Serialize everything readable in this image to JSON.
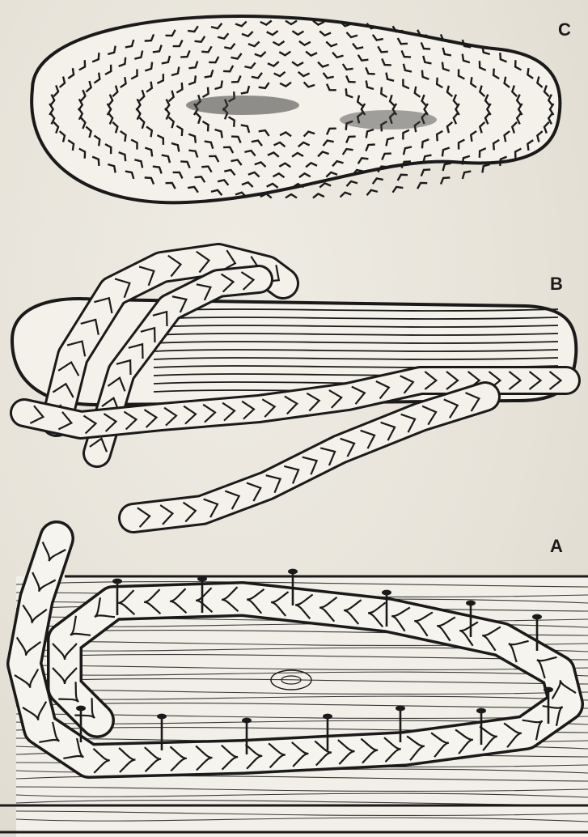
{
  "figure": {
    "labels": {
      "c": "C",
      "b": "B",
      "a": "A"
    },
    "colors": {
      "paper": "#e9e6de",
      "ink": "#1a1a1a"
    }
  }
}
